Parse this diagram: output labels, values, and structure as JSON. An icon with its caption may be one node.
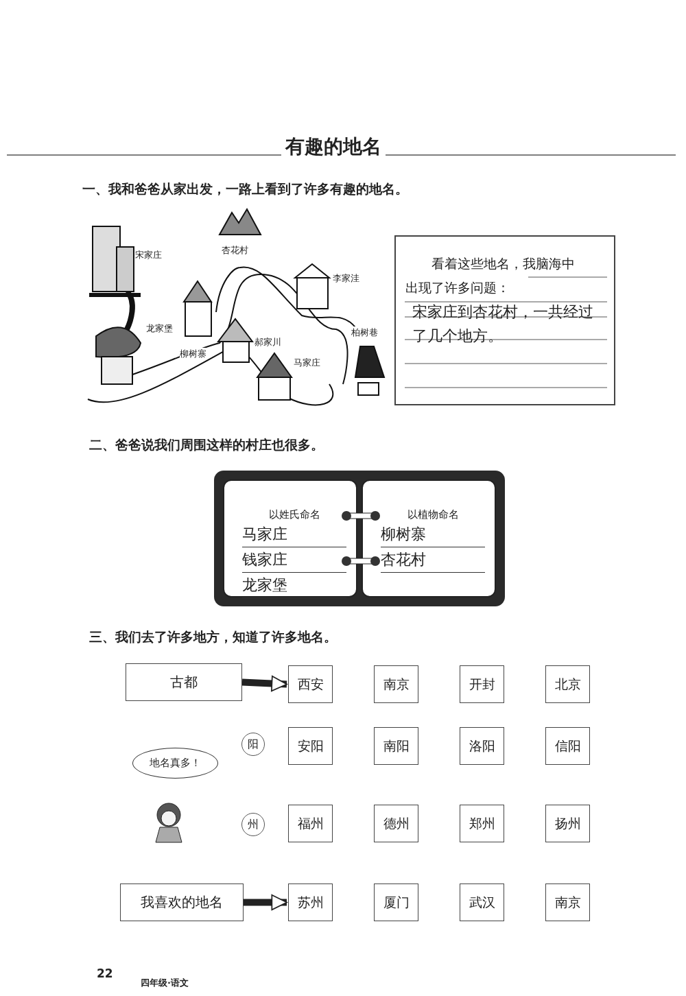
{
  "diagram": {
    "title": "有趣的地名",
    "nodes": [
      {
        "text": [
          "看着这些地名，我脑海中出现了许多问题：",
          "宋家庄到杏花村，一共经过了几个地方。"
        ]
      },
      {
        "text": [],
        "shape": "box"
      },
      {
        "text": [
          "以姓氏命名",
          "马家庄",
          "钱家庄",
          "龙家堡"
        ],
        "in": 1
      },
      {
        "text": [
          "以植物命名",
          "柳树寨",
          "杏花村"
        ],
        "in": 1
      },
      {
        "text": [
          "古都"
        ]
      },
      {
        "text": [
          "西安"
        ]
      },
      {
        "text": [
          "南京"
        ]
      },
      {
        "text": [
          "开封"
        ]
      },
      {
        "text": [
          "北京"
        ]
      },
      {
        "text": [
          "阳"
        ]
      },
      {
        "text": [
          "安阳"
        ]
      },
      {
        "text": [
          "南阳"
        ]
      },
      {
        "text": [
          "洛阳"
        ]
      },
      {
        "text": [
          "信阳"
        ]
      },
      {
        "text": [
          "地名真多！"
        ]
      },
      {
        "text": [
          "州"
        ]
      },
      {
        "text": [
          "福州"
        ]
      },
      {
        "text": [
          "德州"
        ]
      },
      {
        "text": [
          "郑州"
        ]
      },
      {
        "text": [
          "扬州"
        ]
      },
      {
        "text": [
          "我喜欢的地名"
        ]
      },
      {
        "text": [
          "苏州"
        ]
      },
      {
        "text": [
          "厦门"
        ]
      },
      {
        "text": [
          "武汉"
        ]
      },
      {
        "text": [
          "南京"
        ]
      }
    ],
    "edges": [
      {
        "from": 4,
        "to": 5,
        "arrow": "to"
      },
      {
        "from": 20,
        "to": 21,
        "arrow": "to"
      }
    ],
    "labels": [
      "一、我和爸爸从家出发，一路上看到了许多有趣的地名。",
      "宋家庄",
      "杏花村",
      "李家洼",
      "龙家堡",
      "柏树巷",
      "郝家川",
      "柳树寨",
      "马家庄",
      "二、爸爸说我们周围这样的村庄也很多。",
      "三、我们去了许多地方，知道了许多地名。",
      "22",
      "四年级·语文"
    ]
  }
}
